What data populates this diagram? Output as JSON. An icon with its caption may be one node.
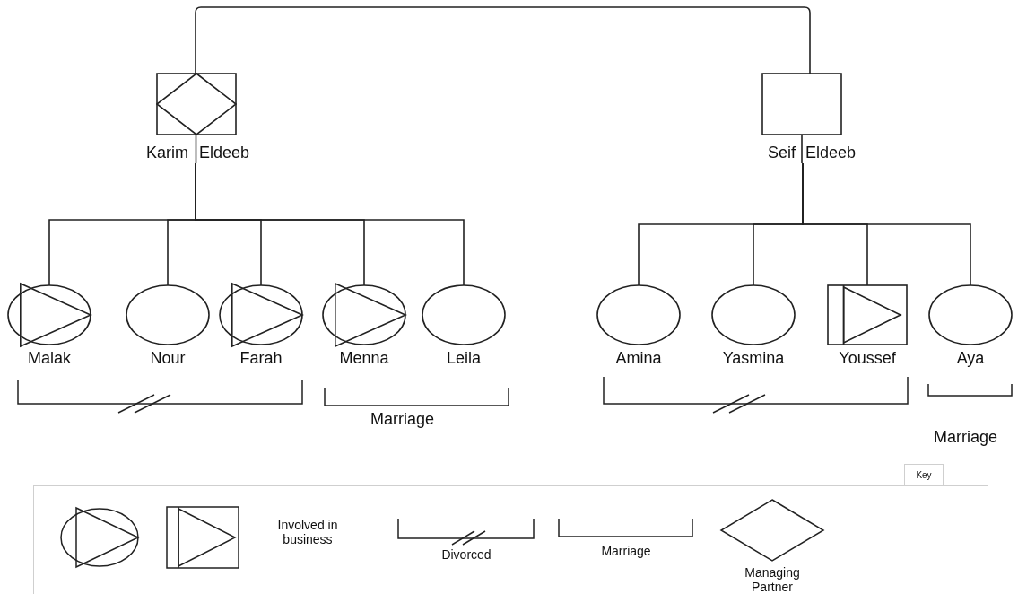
{
  "diagram": {
    "nodes": [
      {
        "text": [
          "Karim",
          "Eldeeb"
        ]
      },
      {
        "text": [
          "Seif",
          "Eldeeb"
        ]
      },
      {
        "text": [
          "Malak"
        ]
      },
      {
        "text": [
          "Nour"
        ]
      },
      {
        "text": [
          "Farah"
        ]
      },
      {
        "text": [
          "Menna"
        ]
      },
      {
        "text": [
          "Leila"
        ]
      },
      {
        "text": [
          "Amina"
        ]
      },
      {
        "text": [
          "Yasmina"
        ]
      },
      {
        "text": [
          "Youssef"
        ]
      },
      {
        "text": [
          "Aya"
        ]
      }
    ],
    "edges": [
      {
        "from": 0,
        "to": 1,
        "arrow": "none"
      },
      {
        "from": 0,
        "to": 2,
        "arrow": "none"
      },
      {
        "from": 0,
        "to": 3,
        "arrow": "none"
      },
      {
        "from": 0,
        "to": 4,
        "arrow": "none"
      },
      {
        "from": 0,
        "to": 5,
        "arrow": "none"
      },
      {
        "from": 0,
        "to": 6,
        "arrow": "none"
      },
      {
        "from": 1,
        "to": 7,
        "arrow": "none"
      },
      {
        "from": 1,
        "to": 8,
        "arrow": "none"
      },
      {
        "from": 1,
        "to": 9,
        "arrow": "none"
      },
      {
        "from": 1,
        "to": 10,
        "arrow": "none"
      }
    ],
    "labels": [
      "Marriage",
      "Marriage",
      "Key"
    ],
    "legend": [
      {
        "text": "Involved in business"
      },
      {
        "text": "Divorced"
      },
      {
        "text": "Marriage"
      },
      {
        "text": "Managing Partner"
      }
    ]
  }
}
